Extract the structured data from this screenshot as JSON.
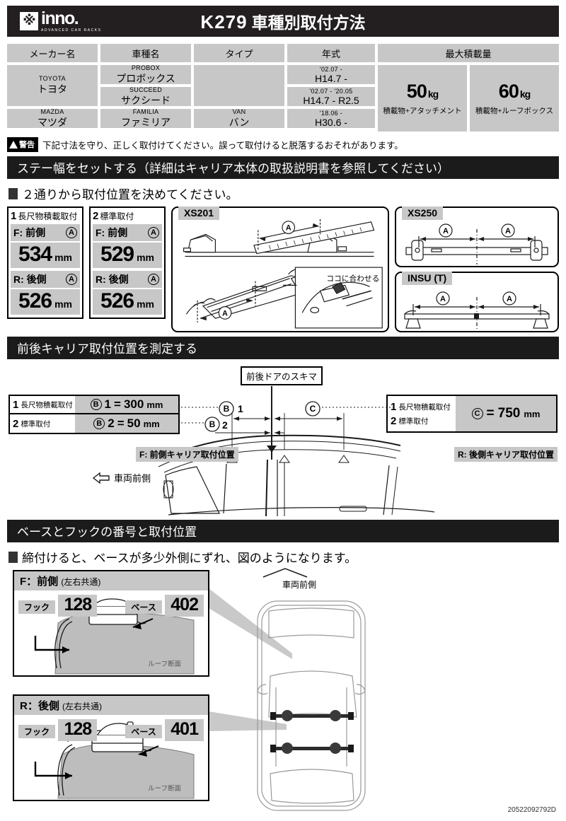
{
  "header": {
    "brand": "inno.",
    "brand_sub": "ADVANCED CAR RACKS",
    "product_code": "K279",
    "title": "車種別取付方法"
  },
  "spec_table": {
    "headers": {
      "maker": "メーカー名",
      "model": "車種名",
      "type": "タイプ",
      "year": "年式",
      "max_load": "最大積載量"
    },
    "rows": [
      {
        "maker_en": "TOYOTA",
        "maker_jp": "トヨタ",
        "model_en": "PROBOX",
        "model_jp": "プロボックス",
        "type_en": "",
        "type_jp": "",
        "year_en": "'02.07 -",
        "year_jp": "H14.7 -"
      },
      {
        "maker_en": "",
        "maker_jp": "",
        "model_en": "SUCCEED",
        "model_jp": "サクシード",
        "type_en": "",
        "type_jp": "",
        "year_en": "'02.07 - '20.05",
        "year_jp": "H14.7 - R2.5"
      },
      {
        "maker_en": "MAZDA",
        "maker_jp": "マツダ",
        "model_en": "FAMILIA",
        "model_jp": "ファミリア",
        "type_en": "VAN",
        "type_jp": "バン",
        "year_en": "'18.06 -",
        "year_jp": "H30.6 -"
      }
    ],
    "loads": [
      {
        "value": "50",
        "unit": "kg",
        "caption": "積載物+アタッチメント"
      },
      {
        "value": "60",
        "unit": "kg",
        "caption": "積載物+ルーフボックス"
      }
    ]
  },
  "warning": {
    "badge": "警告",
    "text": "下記寸法を守り、正しく取付けてください。誤って取付けると脱落するおそれがあります。"
  },
  "section1": {
    "bar": "ステー幅をセットする（詳細はキャリア本体の取扱説明書を参照してください）",
    "subhead": "２通りから取付位置を決めてください。",
    "options": [
      {
        "num": "1",
        "name": "長尺物積載取付",
        "front_label": "F: 前側",
        "front_mark": "A",
        "front_value": "534",
        "front_unit": "mm",
        "rear_label": "R: 後側",
        "rear_mark": "A",
        "rear_value": "526",
        "rear_unit": "mm"
      },
      {
        "num": "2",
        "name": "標準取付",
        "front_label": "F: 前側",
        "front_mark": "A",
        "front_value": "529",
        "front_unit": "mm",
        "rear_label": "R: 後側",
        "rear_mark": "A",
        "rear_value": "526",
        "rear_unit": "mm"
      }
    ],
    "panels": {
      "xs201": {
        "tag": "XS201",
        "mark": "A",
        "callout": "ココに合わせる"
      },
      "xs250": {
        "tag": "XS250",
        "mark": "A"
      },
      "insu": {
        "tag": "INSU (T)",
        "mark": "A"
      }
    }
  },
  "section2": {
    "bar": "前後キャリア取付位置を測定する",
    "gap_label": "前後ドアのスキマ",
    "b_rows": [
      {
        "num": "1",
        "name": "長尺物積載取付",
        "mark": "B",
        "sub": "1",
        "eq": "=",
        "value": "300",
        "unit": "mm"
      },
      {
        "num": "2",
        "name": "標準取付",
        "mark": "B",
        "sub": "2",
        "eq": "=",
        "value": "50",
        "unit": "mm"
      }
    ],
    "c_box": {
      "rows": [
        {
          "num": "1",
          "name": "長尺物積載取付"
        },
        {
          "num": "2",
          "name": "標準取付"
        }
      ],
      "mark": "C",
      "eq": "=",
      "value": "750",
      "unit": "mm"
    },
    "front_pos_label": "F: 前側キャリア取付位置",
    "rear_pos_label": "R: 後側キャリア取付位置",
    "vehicle_front": "車両前側",
    "mark_b1": "B",
    "mark_b1_sub": "1",
    "mark_b2": "B",
    "mark_b2_sub": "2",
    "mark_c": "C"
  },
  "section3": {
    "bar": "ベースとフックの番号と取付位置",
    "subhead": "締付けると、ベースが多少外側にずれ、図のようになります。",
    "vehicle_front": "車両前側",
    "panels": [
      {
        "title": "F：前側",
        "title_sub": "(左右共通)",
        "hook_cap": "フック",
        "hook_val": "128",
        "base_cap": "ベース",
        "base_val": "402",
        "roof_note": "ルーフ断面"
      },
      {
        "title": "R：後側",
        "title_sub": "(左右共通)",
        "hook_cap": "フック",
        "hook_val": "128",
        "base_cap": "ベース",
        "base_val": "401",
        "roof_note": "ルーフ断面"
      }
    ]
  },
  "footer": {
    "code": "20522092792D"
  }
}
